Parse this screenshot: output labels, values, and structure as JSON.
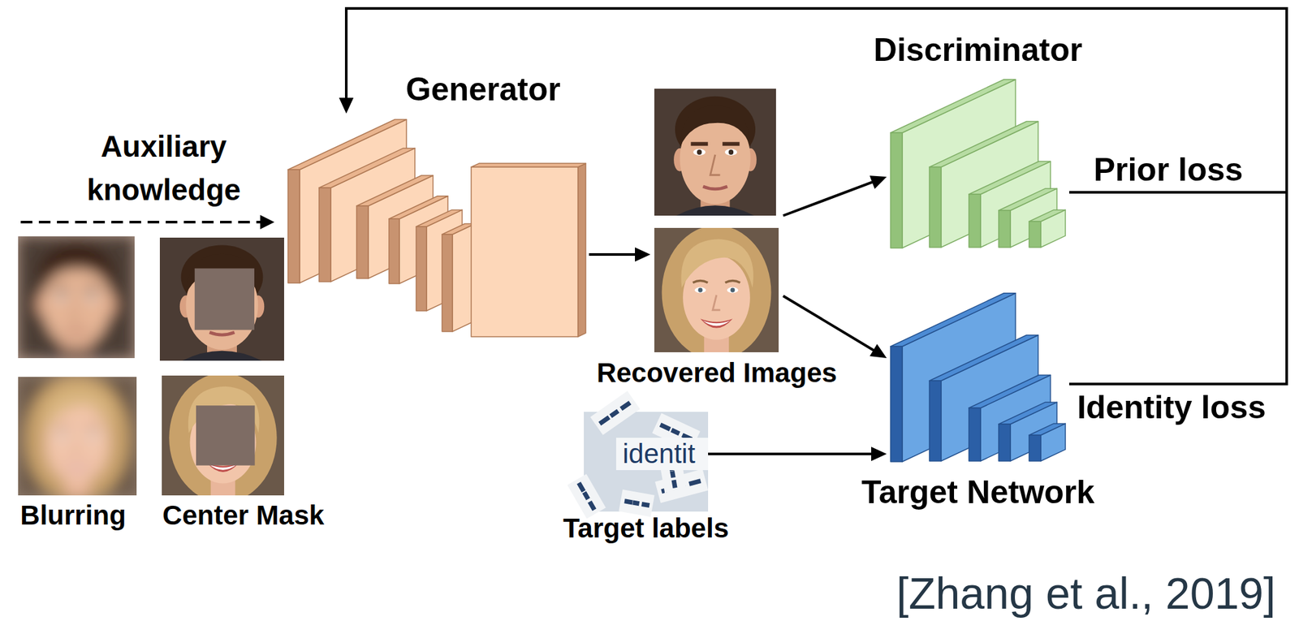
{
  "diagram": {
    "nodes": [
      {
        "text": [
          "Generator"
        ]
      },
      {
        "text": [
          "Recovered Images"
        ]
      },
      {
        "text": [
          "Discriminator"
        ]
      },
      {
        "text": [
          "Target Network"
        ]
      },
      {
        "text": [
          "Target labels"
        ]
      }
    ],
    "edges": [
      {
        "from": 0,
        "to": 1,
        "arrow": "to"
      },
      {
        "from": 1,
        "to": 2,
        "arrow": "to"
      },
      {
        "from": 1,
        "to": 3,
        "arrow": "to"
      },
      {
        "from": 4,
        "to": 3,
        "arrow": "to"
      },
      {
        "from": 2,
        "to": 0,
        "label": "Prior loss",
        "arrow": "to"
      },
      {
        "from": 3,
        "to": 0,
        "label": "Identity loss",
        "arrow": "to"
      }
    ],
    "labels": [
      "Auxiliary knowledge",
      "Blurring",
      "Center Mask",
      "identit",
      "[Zhang et al., 2019]"
    ]
  }
}
